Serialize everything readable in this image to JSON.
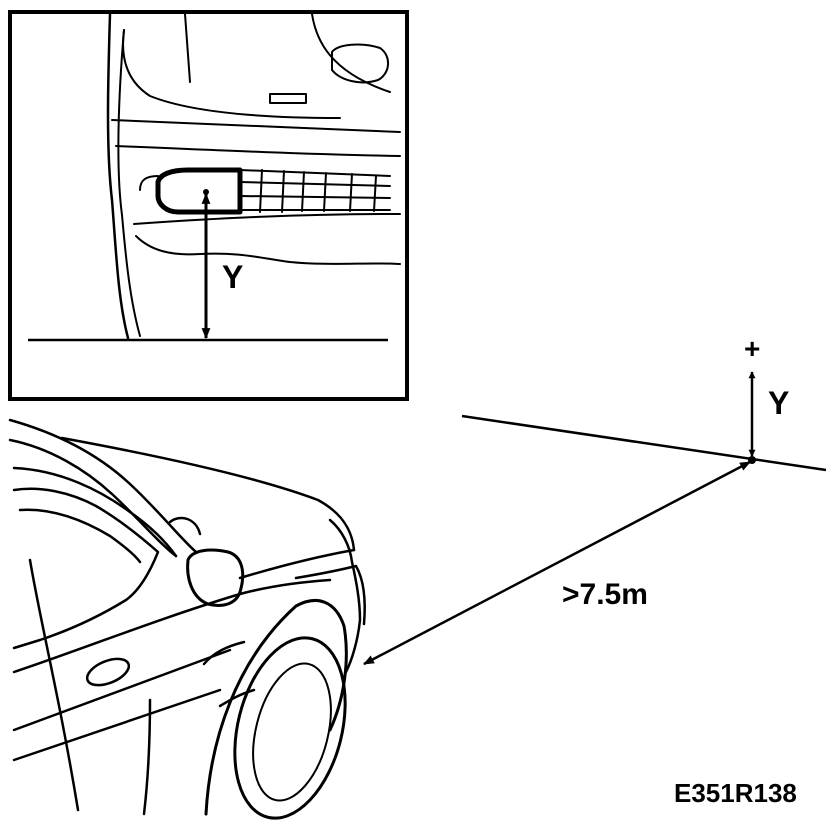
{
  "labels": {
    "inset_height": "Y",
    "target_plus": "+",
    "target_height": "Y",
    "distance": ">7.5m",
    "figure_code": "E351R138"
  },
  "colors": {
    "ink": "#000000",
    "paper": "#ffffff"
  }
}
